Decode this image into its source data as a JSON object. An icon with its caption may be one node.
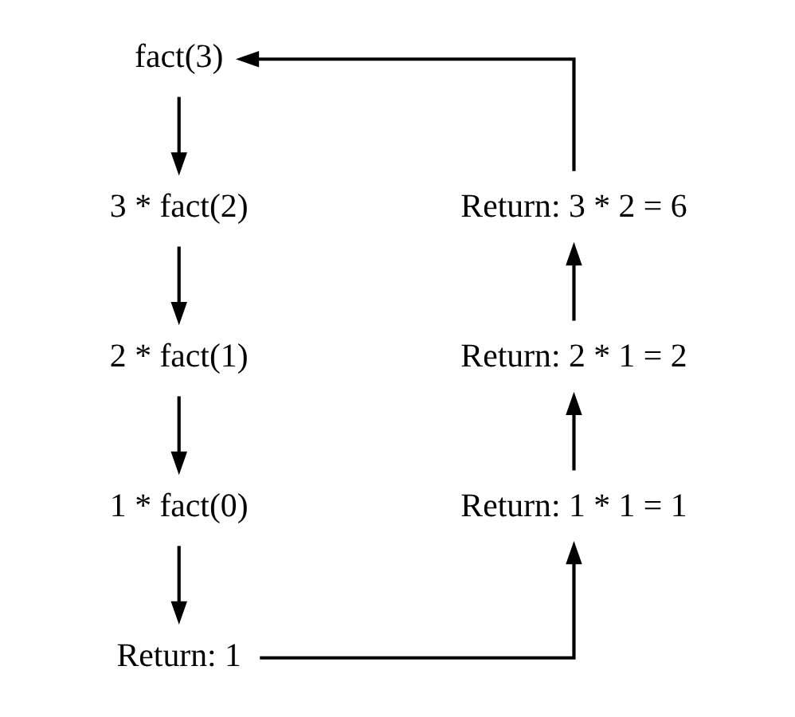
{
  "diagram": {
    "nodes": [
      {
        "text": [
          "fact(3)"
        ]
      },
      {
        "text": [
          "3 * fact(2)"
        ]
      },
      {
        "text": [
          "2 * fact(1)"
        ]
      },
      {
        "text": [
          "1 * fact(0)"
        ]
      },
      {
        "text": [
          "Return: 1"
        ]
      },
      {
        "text": [
          "Return: 1 * 1 = 1"
        ]
      },
      {
        "text": [
          "Return: 2 * 1 = 2"
        ]
      },
      {
        "text": [
          "Return: 3 * 2 = 6"
        ]
      }
    ],
    "edges": [
      {
        "from": 0,
        "to": 1,
        "arrow": "to"
      },
      {
        "from": 1,
        "to": 2,
        "arrow": "to"
      },
      {
        "from": 2,
        "to": 3,
        "arrow": "to"
      },
      {
        "from": 3,
        "to": 4,
        "arrow": "to"
      },
      {
        "from": 4,
        "to": 5,
        "arrow": "to"
      },
      {
        "from": 5,
        "to": 6,
        "arrow": "to"
      },
      {
        "from": 6,
        "to": 7,
        "arrow": "to"
      },
      {
        "from": 7,
        "to": 0,
        "arrow": "to"
      }
    ]
  }
}
